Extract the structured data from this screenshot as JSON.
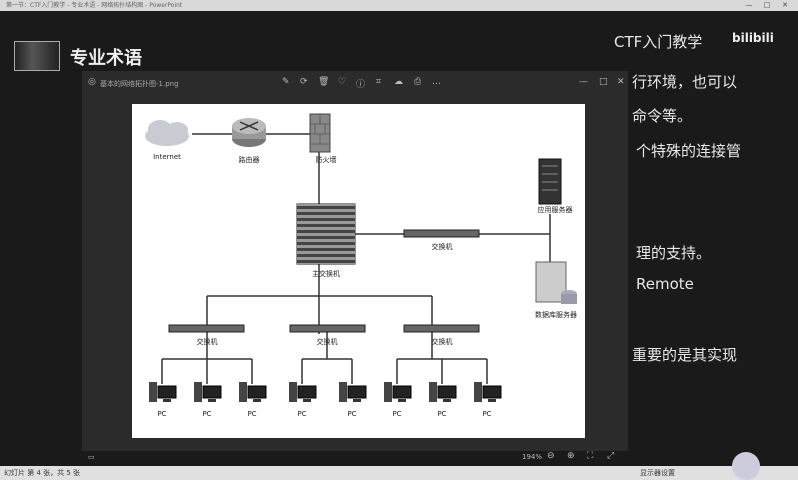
{
  "window": {
    "title": "第一节：CTF入门教学 - 专业术语 - 网络拓扑结构图 - PowerPoint"
  },
  "slide": {
    "title": "专业术语",
    "brand": "CTF入门教学",
    "watermark": "bilibili",
    "side_lines": [
      "行环境，也可以",
      "命令等。",
      "个特殊的连接管",
      "理的支持。",
      "Remote",
      "重要的是其实现"
    ]
  },
  "viewer": {
    "filename": "基本的网络拓扑图-1.png",
    "zoom": "194%"
  },
  "diagram": {
    "internet": "Internet",
    "router": "路由器",
    "firewall": "防火墙",
    "core_switch": "主交换机",
    "switch": "交换机",
    "app_server": "应用服务器",
    "db_server": "数据库服务器",
    "pc": "PC"
  },
  "statusbar": {
    "slide_info": "幻灯片 第 4 张，共 5 张",
    "display_settings": "显示器设置"
  }
}
